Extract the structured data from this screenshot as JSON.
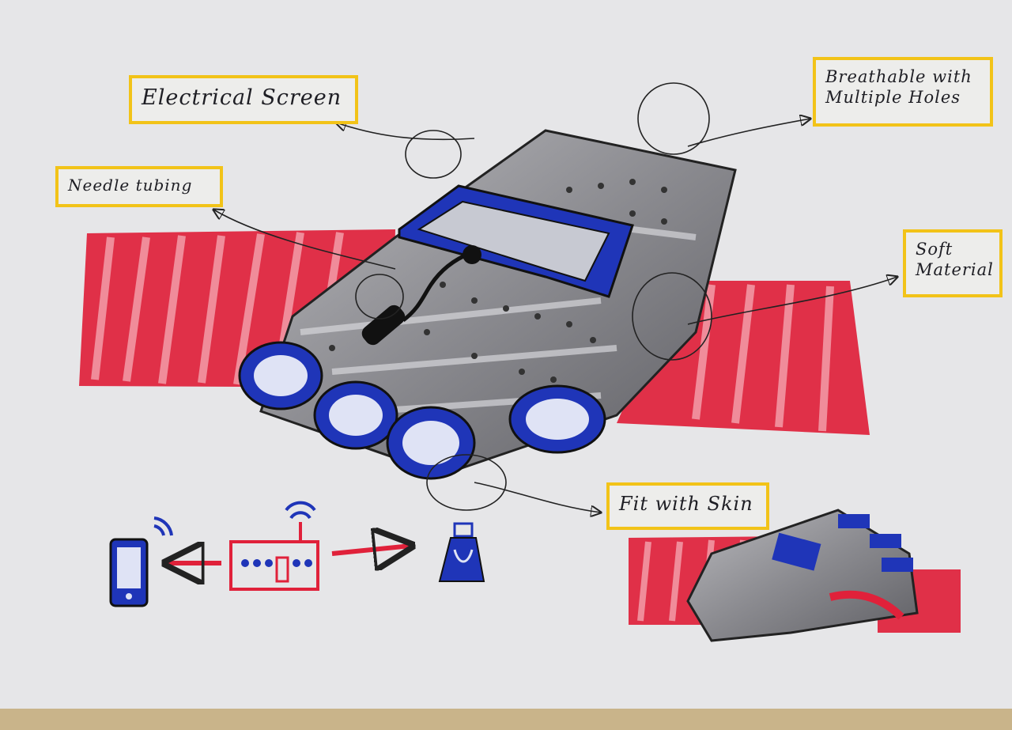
{
  "callouts": {
    "electrical_screen": "Electrical Screen",
    "needle_tubing": "Needle tubing",
    "breathable_line1": "Breathable with",
    "breathable_line2": "Multiple Holes",
    "soft_line1": "Soft",
    "soft_line2": "Material",
    "fit_with_skin": "Fit with Skin"
  },
  "colors": {
    "paper": "#e6e6e8",
    "marker_red": "#e0213a",
    "glove_grey": "#8d8d92",
    "accent_blue": "#1f35b8",
    "label_yellow": "#f2c318",
    "ink": "#1e1e24",
    "wood": "#c9b48a"
  },
  "icons": [
    "phone-icon",
    "wifi-signal-icon",
    "control-box-icon",
    "arrow-right-icon",
    "arrow-left-icon",
    "usb-plug-icon"
  ]
}
